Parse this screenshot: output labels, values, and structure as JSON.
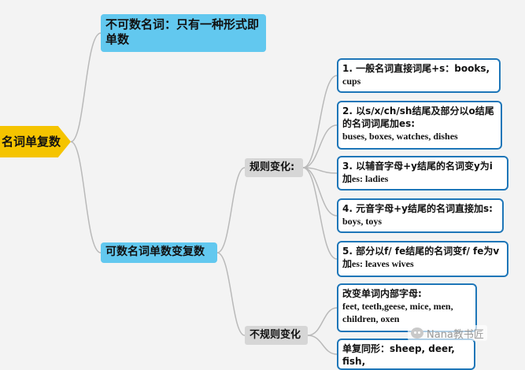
{
  "root": {
    "label": "名词单复数"
  },
  "uncountable": {
    "label": "不可数名词：只有一种形式即单数"
  },
  "countable": {
    "label": "可数名词单数变复数"
  },
  "regular": {
    "label": "规则变化:",
    "rules": [
      {
        "zh": "1. 一般名词直接词尾+s：books,",
        "en": "cups"
      },
      {
        "zh": "2. 以s/x/ch/sh结尾及部分以o结尾的名词词尾加es:",
        "en": "buses, boxes, watches, dishes"
      },
      {
        "zh": "3. 以辅音字母+y结尾的名词变y为i",
        "en": "加es:  ladies"
      },
      {
        "zh": "4. 元音字母+y结尾的名词直接加s:",
        "en": "boys,  toys"
      },
      {
        "zh": "5. 部分以f/ fe结尾的名词变f/ fe为v",
        "en": "加es:   leaves   wives"
      }
    ]
  },
  "irregular": {
    "label": "不规则变化",
    "rules": [
      {
        "zh": "改变单词内部字母:",
        "en": "feet, teeth,geese, mice, men, children, oxen"
      },
      {
        "zh": "单复同形：sheep, deer, fish,",
        "en": ""
      }
    ]
  },
  "watermark": {
    "text": "Nana教书匠"
  },
  "colors": {
    "root": "#f5c400",
    "category": "#62c8ef",
    "subcategory": "#d6d6d6",
    "box_border": "#1e76b8",
    "connector": "#b9b9b9"
  }
}
